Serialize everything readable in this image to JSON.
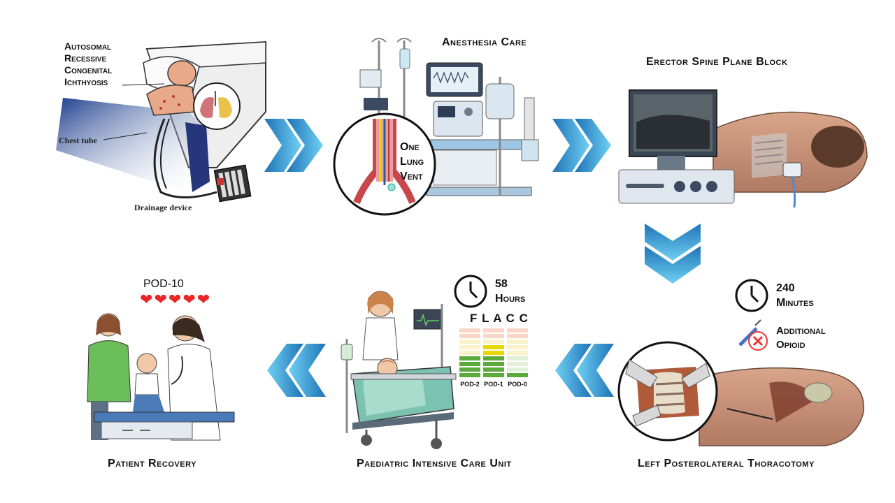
{
  "panels": {
    "ichthyosis": {
      "title_lines": [
        "Autosomal",
        "Recessive",
        "Congenital",
        "Ichthyosis"
      ],
      "chest_tube": "Chest tube",
      "drainage_device": "Drainage device"
    },
    "anesthesia": {
      "title": "Anesthesia Care",
      "olv_lines": [
        "One",
        "Lung",
        "Vent"
      ]
    },
    "espb": {
      "title": "Erector Spine Plane Block"
    },
    "thoracotomy": {
      "title": "Left Posterolateral Thoracotomy",
      "duration_value": "240",
      "duration_unit": "Minutes",
      "opioid_lines": [
        "Additional",
        "Opioid"
      ]
    },
    "picu": {
      "title": "Paediatric Intensive Care Unit",
      "duration_value": "58",
      "duration_unit": "Hours",
      "flacc_label": "F L A C C",
      "flacc_days": [
        "POD-2",
        "POD-1",
        "POD-0"
      ]
    },
    "recovery": {
      "title": "Patient Recovery",
      "pod_label": "POD-10",
      "hearts": 5
    }
  },
  "colors": {
    "arrow_light": "#5ec4ee",
    "arrow_dark": "#1f73b7",
    "heart": "#e8262a",
    "flacc_green": "#5aaa3c",
    "flacc_yellow": "#e8d800",
    "flacc_pink": "#f5c8b8"
  }
}
